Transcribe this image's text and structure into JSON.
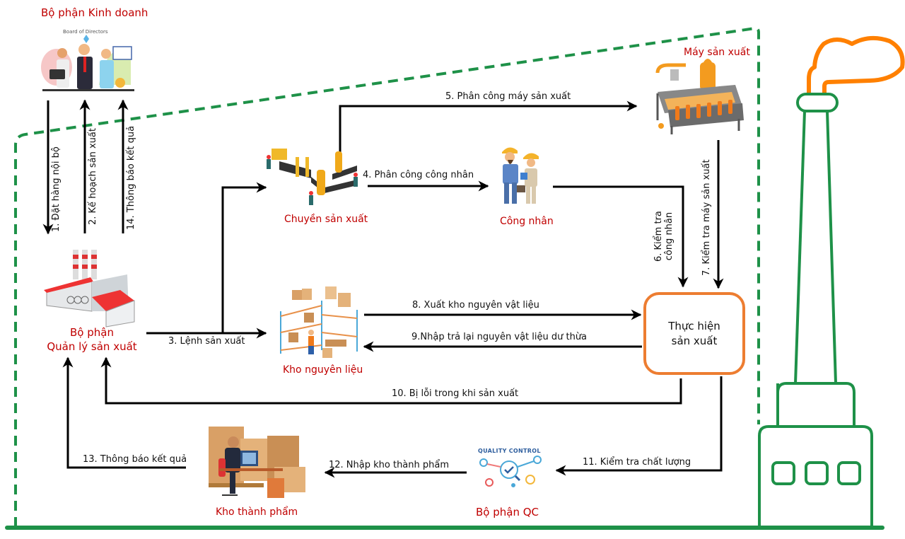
{
  "diagram": {
    "colors": {
      "boundary_dash": "#1e9148",
      "ground_line": "#1e9148",
      "factory_outline": "#1e9148",
      "smoke": "#ff8000",
      "node_label": "#c00000",
      "process_box_border": "#ed7d31",
      "arrow": "#000000"
    },
    "nodes": {
      "sales": {
        "label": "Bộ phận Kinh doanh",
        "icon": "board-of-directors-illustration",
        "caption": "Board of Directors"
      },
      "management": {
        "label_line1": "Bộ phận",
        "label_line2": "Quản lý sản xuất",
        "icon": "factory-icon"
      },
      "production_line": {
        "label": "Chuyền sản xuất",
        "icon": "assembly-line-icon"
      },
      "workers": {
        "label": "Công nhân",
        "icon": "workers-icon"
      },
      "machines": {
        "label": "Máy sản xuất",
        "icon": "production-machine-icon"
      },
      "raw_warehouse": {
        "label": "Kho nguyên liệu",
        "icon": "warehouse-shelves-icon"
      },
      "production": {
        "label_line1": "Thực hiện",
        "label_line2": "sản xuất"
      },
      "qc": {
        "label": "Bộ phận QC",
        "icon": "quality-control-icon",
        "caption": "QUALITY CONTROL"
      },
      "finished_warehouse": {
        "label": "Kho thành phẩm",
        "icon": "finished-goods-warehouse-icon"
      }
    },
    "flows": [
      {
        "step": 1,
        "label": "1. Đặt hàng nội bộ",
        "from": "sales",
        "to": "management"
      },
      {
        "step": 2,
        "label": "2. Kế hoạch sản xuất",
        "from": "management",
        "to": "sales"
      },
      {
        "step": 3,
        "label": "3. Lệnh sản xuất",
        "from": "management",
        "to": "production_line / raw_warehouse"
      },
      {
        "step": 4,
        "label": "4. Phân công công nhân",
        "from": "production_line",
        "to": "workers"
      },
      {
        "step": 5,
        "label": "5. Phân công máy sản xuất",
        "from": "production_line",
        "to": "machines"
      },
      {
        "step": 6,
        "label_line1": "6. Kiểm tra",
        "label_line2": "công nhân",
        "from": "workers",
        "to": "production"
      },
      {
        "step": 7,
        "label": "7. Kiểm tra máy sản xuất",
        "from": "machines",
        "to": "production"
      },
      {
        "step": 8,
        "label": "8. Xuất kho nguyên vật liệu",
        "from": "raw_warehouse",
        "to": "production"
      },
      {
        "step": 9,
        "label": "9.Nhập trả lại nguyên vật liệu dư thừa",
        "from": "production",
        "to": "raw_warehouse"
      },
      {
        "step": 10,
        "label": "10. Bị lỗi trong khi sản xuất",
        "from": "production",
        "to": "management"
      },
      {
        "step": 11,
        "label": "11. Kiểm tra chất lượng",
        "from": "production",
        "to": "qc"
      },
      {
        "step": 12,
        "label": "12. Nhập kho thành phẩm",
        "from": "qc",
        "to": "finished_warehouse"
      },
      {
        "step": 13,
        "label": "13. Thông báo kết quả",
        "from": "finished_warehouse",
        "to": "management"
      },
      {
        "step": 14,
        "label": "14. Thông báo kết quả",
        "from": "management",
        "to": "sales"
      }
    ]
  }
}
